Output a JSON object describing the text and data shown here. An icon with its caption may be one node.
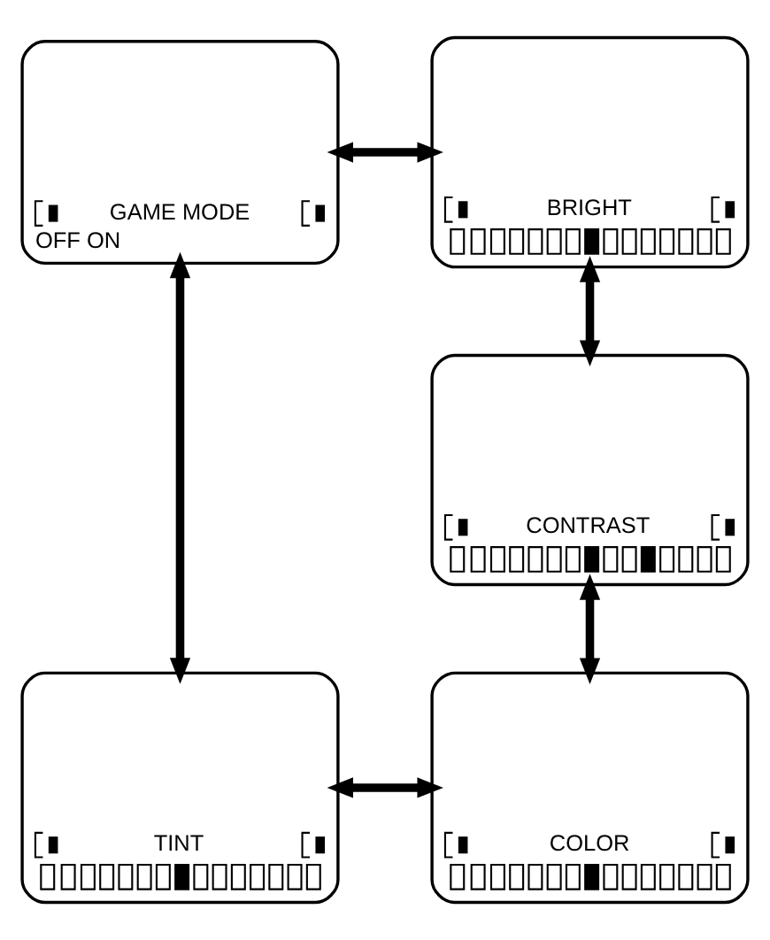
{
  "diagram": {
    "nodes": [
      {
        "text": [
          "GAME MODE",
          "OFF ON"
        ]
      },
      {
        "text": [
          "BRIGHT"
        ]
      },
      {
        "text": [
          "CONTRAST"
        ]
      },
      {
        "text": [
          "TINT"
        ]
      },
      {
        "text": [
          "COLOR"
        ]
      }
    ],
    "edges": [
      {
        "from": 0,
        "to": 1,
        "arrow": "both"
      },
      {
        "from": 1,
        "to": 2,
        "arrow": "both"
      },
      {
        "from": 2,
        "to": 4,
        "arrow": "both"
      },
      {
        "from": 3,
        "to": 4,
        "arrow": "both"
      },
      {
        "from": 0,
        "to": 3,
        "arrow": "both"
      }
    ]
  }
}
